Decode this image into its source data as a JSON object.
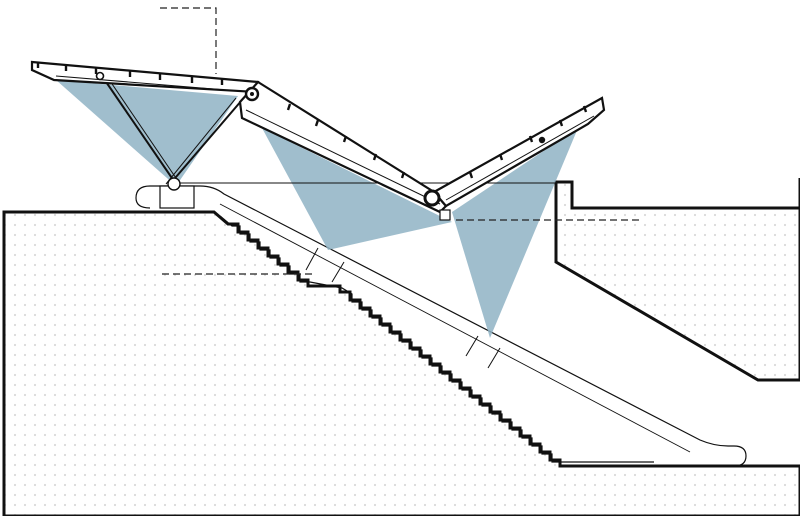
{
  "diagram": {
    "kind": "architectural-section",
    "subject": "escalator-canopy-section",
    "colors": {
      "background": "#ffffff",
      "line": "#111111",
      "light_cone": "#8fb3c4",
      "ground_dots": "#d9d9d9",
      "leader_line": "#222222"
    },
    "components": [
      "ground-mass-left",
      "ground-mass-right",
      "stair-flight",
      "escalator-handrail",
      "canopy-wing-left",
      "canopy-wing-center",
      "canopy-wing-right",
      "support-strut",
      "light-cone",
      "leader-line"
    ],
    "light_cone_count": 3,
    "leader_line_count": 3,
    "text_labels": []
  }
}
